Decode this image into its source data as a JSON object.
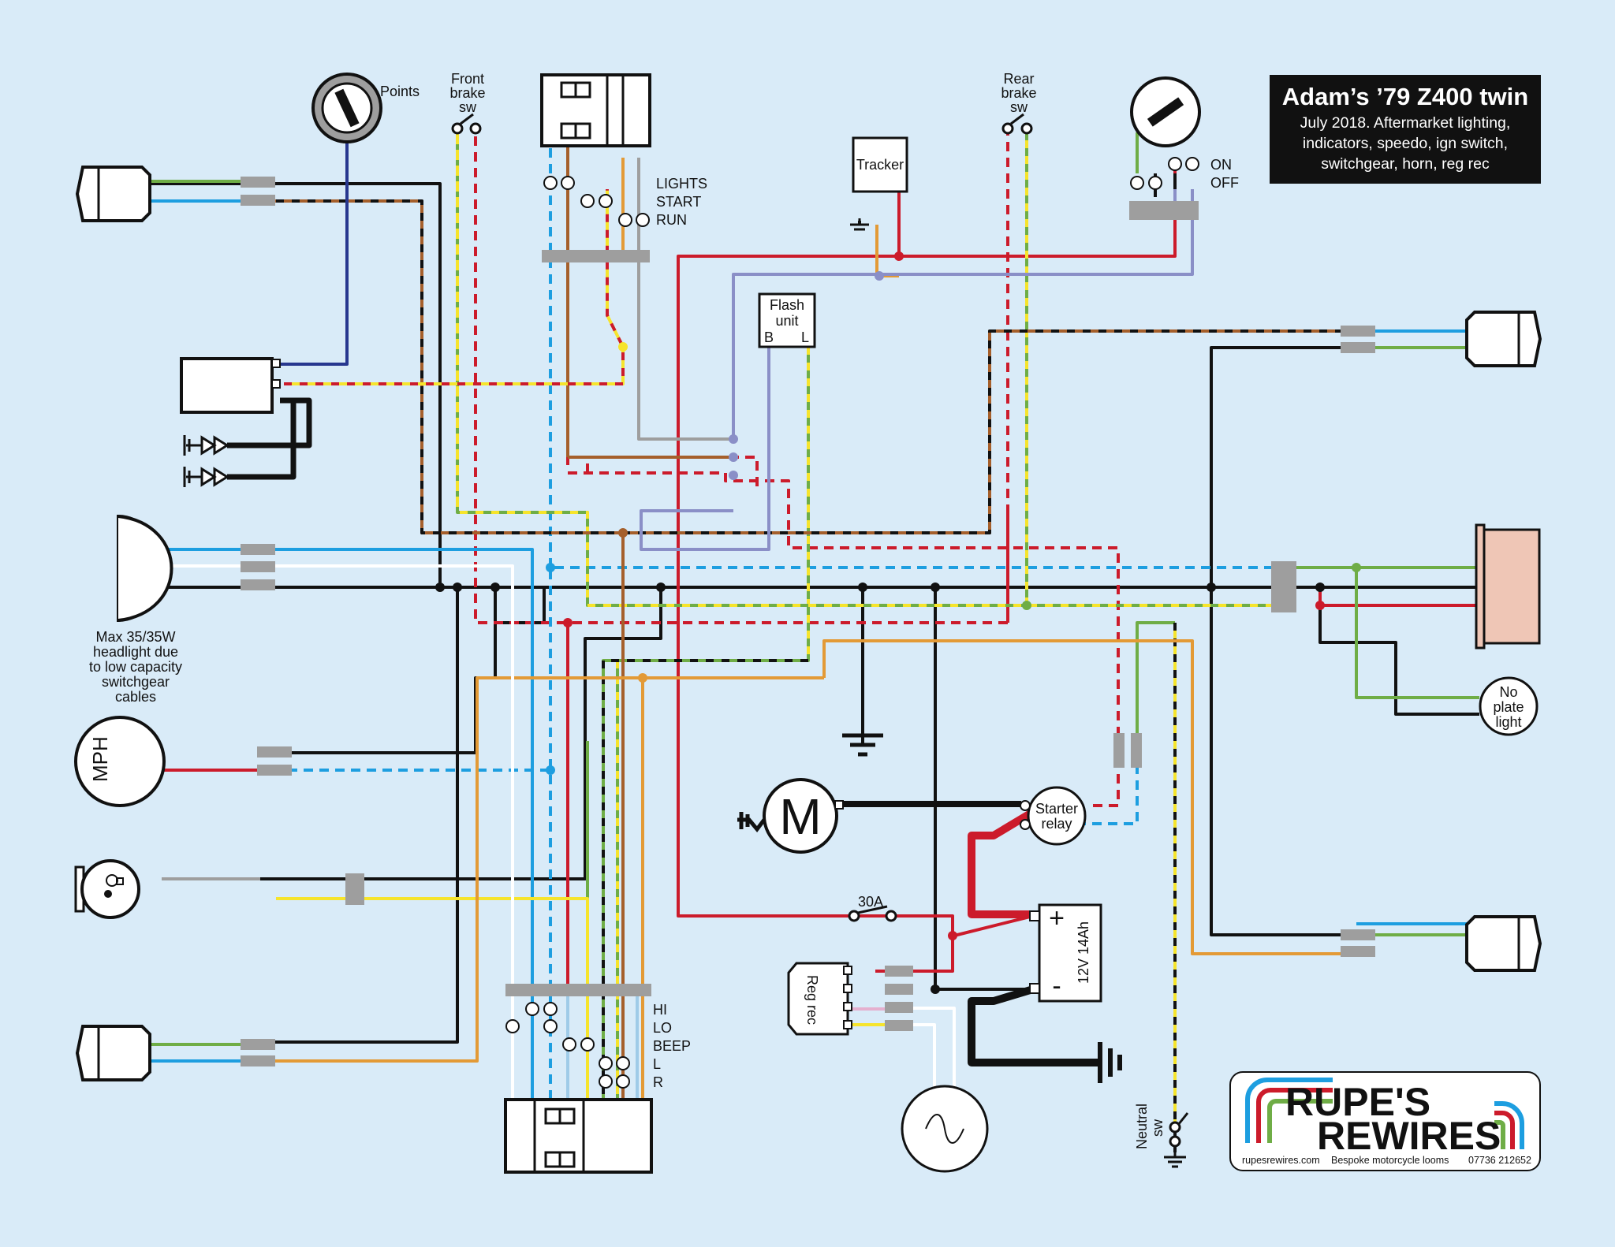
{
  "title": {
    "main": "Adam’s ’79 Z400 twin",
    "lines": [
      "July 2018. Aftermarket lighting,",
      "indicators, speedo, ign switch,",
      "switchgear, horn, reg rec"
    ]
  },
  "labels": {
    "points": "Points",
    "front_brake": [
      "Front",
      "brake",
      "sw"
    ],
    "rear_brake": [
      "Rear",
      "brake",
      "sw"
    ],
    "tracker": "Tracker",
    "flash_unit": [
      "Flash",
      "unit"
    ],
    "flash_b": "B",
    "flash_l": "L",
    "ign_on": "ON",
    "ign_off": "OFF",
    "right_switch_positions": [
      "LIGHTS",
      "START",
      "RUN"
    ],
    "left_switch_positions": [
      "HI",
      "LO",
      "BEEP",
      "L",
      "R"
    ],
    "headlight_note": [
      "Max 35/35W",
      "headlight due",
      "to low capacity",
      "switchgear",
      "cables"
    ],
    "speedo": "MPH",
    "motor": "M",
    "starter_relay": [
      "Starter",
      "relay"
    ],
    "fuse": "30A",
    "reg_rec": "Reg rec",
    "battery": "12V 14Ah",
    "battery_plus": "+",
    "battery_minus": "-",
    "plate_light": [
      "No",
      "plate",
      "light"
    ],
    "neutral": [
      "Neutral",
      "sw"
    ]
  },
  "logo": {
    "line1": "RUPE'S",
    "line2": "REWIRES",
    "website": "rupesrewires.com",
    "tagline": "Bespoke motorcycle looms",
    "phone": "07736 212652"
  },
  "colors": {
    "background": "#d9ebf8",
    "black": "#111111",
    "red": "#cc1b2b",
    "blue": "#1d9ee0",
    "green": "#6fad46",
    "yellow": "#f6e42c",
    "brown": "#a55f2b",
    "orange": "#e39a36",
    "grey": "#9e9e9e",
    "violet": "#8a8fc7",
    "navy": "#27378f",
    "white": "#ffffff",
    "pink": "#e5b0cf",
    "light_blue": "#9fcbe8",
    "tail_light": "#efc6b6"
  },
  "icons": {
    "ground": "ground-icon",
    "points": "points-icon",
    "switch": "switch-icon",
    "alternator": "alternator-icon",
    "horn": "horn-icon",
    "motor": "motor-icon",
    "battery": "battery-icon",
    "spark_plug": "spark-plug-icon"
  }
}
